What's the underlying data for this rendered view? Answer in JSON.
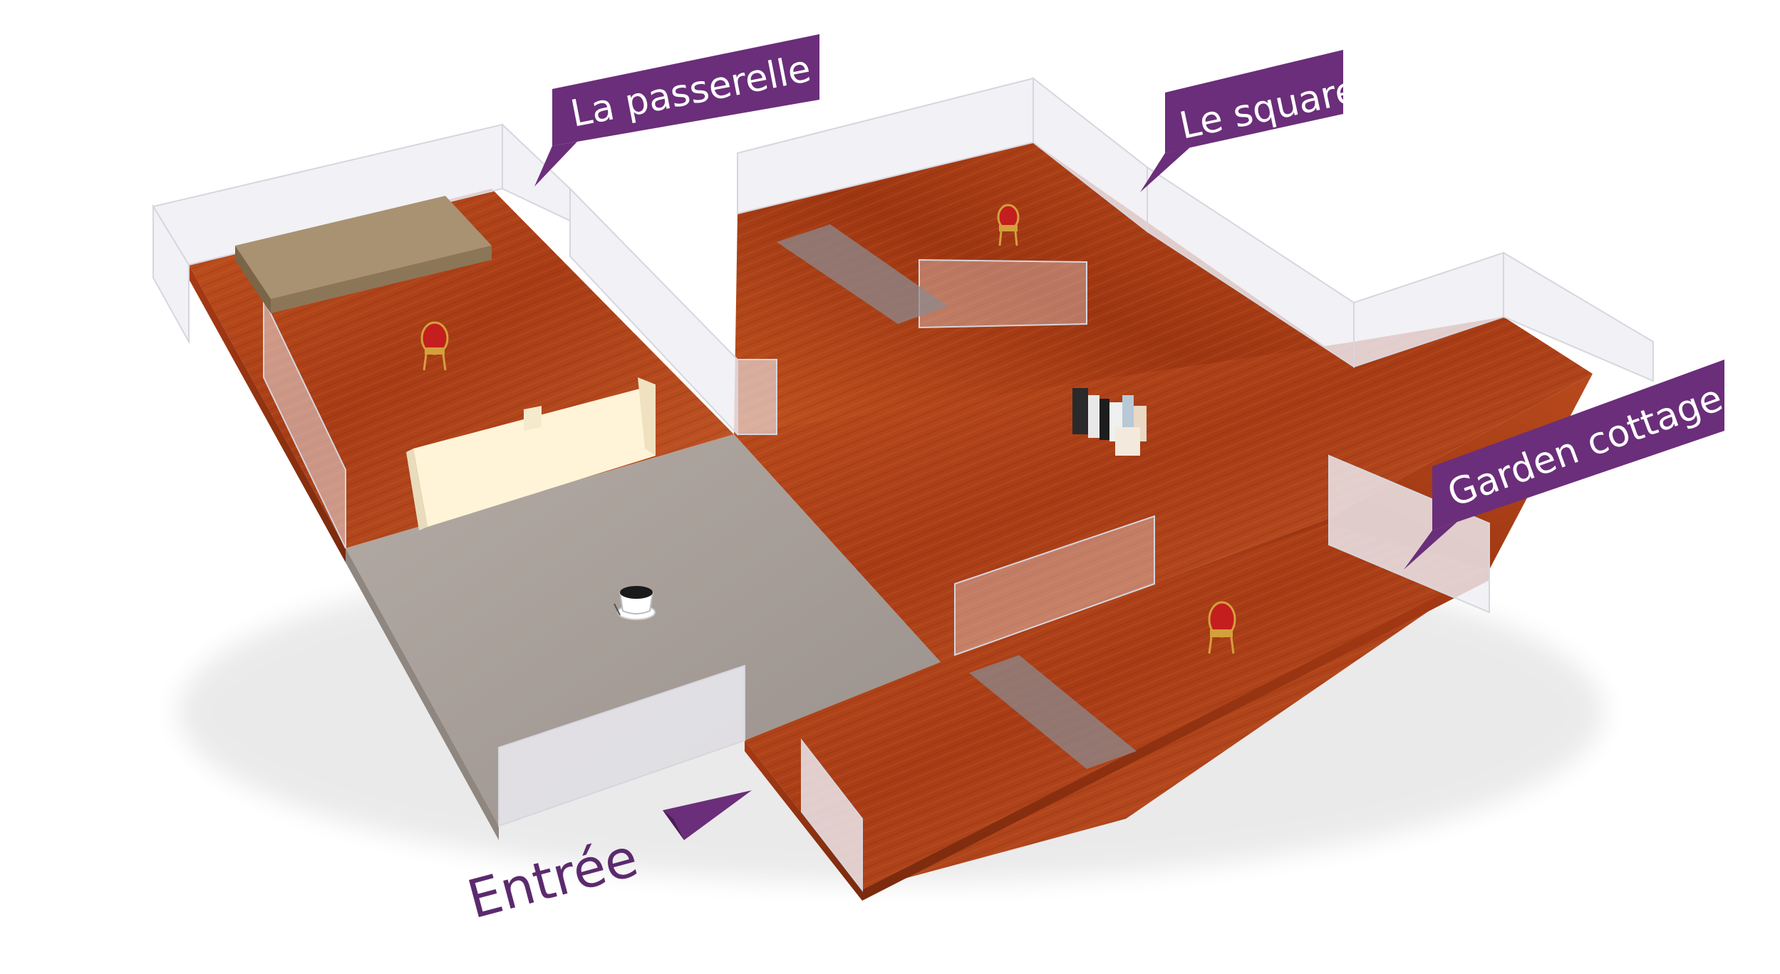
{
  "labels": {
    "passerelle": "La passerelle",
    "square": "Le square",
    "garden": "Garden cottage",
    "entree": "Entrée"
  },
  "colors": {
    "label_bg": "#6b2e7a",
    "entree_text": "#5b2a6e",
    "wood": "#b2451a",
    "wood_dark": "#8a2f10",
    "wall": "#eeeef2",
    "cafe_floor": "#a89f9a"
  },
  "objects": {
    "chairs": 3,
    "icons": [
      "chair-icon",
      "coffee-cup-icon",
      "books-icon",
      "counter-icon",
      "cushion-icon"
    ]
  }
}
